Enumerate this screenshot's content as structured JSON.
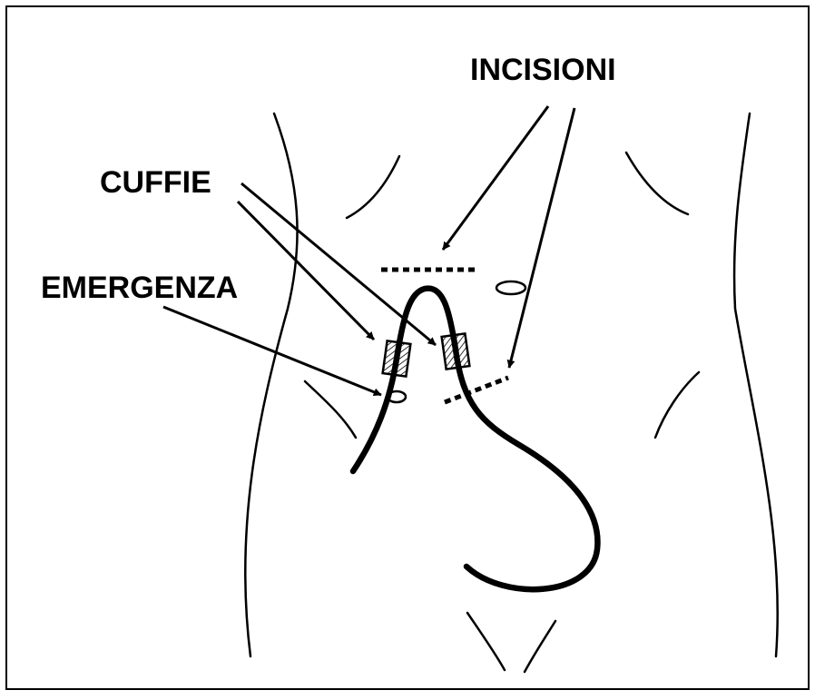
{
  "labels": {
    "incisions": "INCISIONI",
    "cuffs": "CUFFIE",
    "exit_site": "EMERGENZA"
  },
  "colors": {
    "ink": "#000000",
    "background": "#ffffff"
  }
}
